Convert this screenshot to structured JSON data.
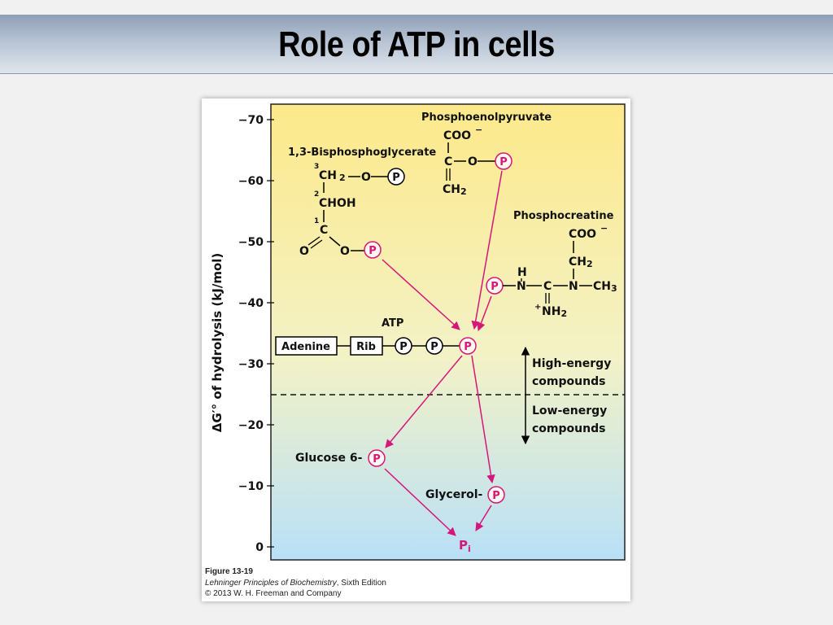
{
  "slide": {
    "title": "Role of ATP in cells"
  },
  "axis": {
    "label_delta": "ΔG′°",
    "label_rest": " of hydrolysis (kJ/mol)",
    "ticks": [
      "−70",
      "−60",
      "−50",
      "−40",
      "−30",
      "−20",
      "−10",
      "0"
    ]
  },
  "compounds": {
    "phosphoenolpyruvate": "Phosphoenolpyruvate",
    "bisphosphoglycerate": "1,3-Bisphosphoglycerate",
    "phosphocreatine": "Phosphocreatine",
    "atp": "ATP",
    "adenine": "Adenine",
    "rib": "Rib",
    "glucose6": "Glucose 6-",
    "glycerol": "Glycerol-",
    "pi": "P",
    "pi_sub": "i"
  },
  "chem": {
    "coo": "COO",
    "minus": "−",
    "c": "C",
    "o": "O",
    "ch2": "CH",
    "sub2": "2",
    "chohh": "CHOH",
    "n": "N",
    "h": "H",
    "ch3": "CH",
    "sub3": "3",
    "nh2": "NH",
    "plus": "+",
    "num1": "1",
    "num2": "2",
    "num3": "3",
    "p": "P"
  },
  "energy": {
    "high_line1": "High-energy",
    "high_line2": "compounds",
    "low_line1": "Low-energy",
    "low_line2": "compounds"
  },
  "caption": {
    "figure": "Figure 13-19",
    "book": "Lehninger Principles of Biochemistry",
    "edition": ", Sixth Edition",
    "copyright": "© 2013 W. H. Freeman and Company"
  },
  "colors": {
    "accent": "#d6167a",
    "panel_top": "#fde98a",
    "panel_bottom": "#b9e0f7"
  }
}
